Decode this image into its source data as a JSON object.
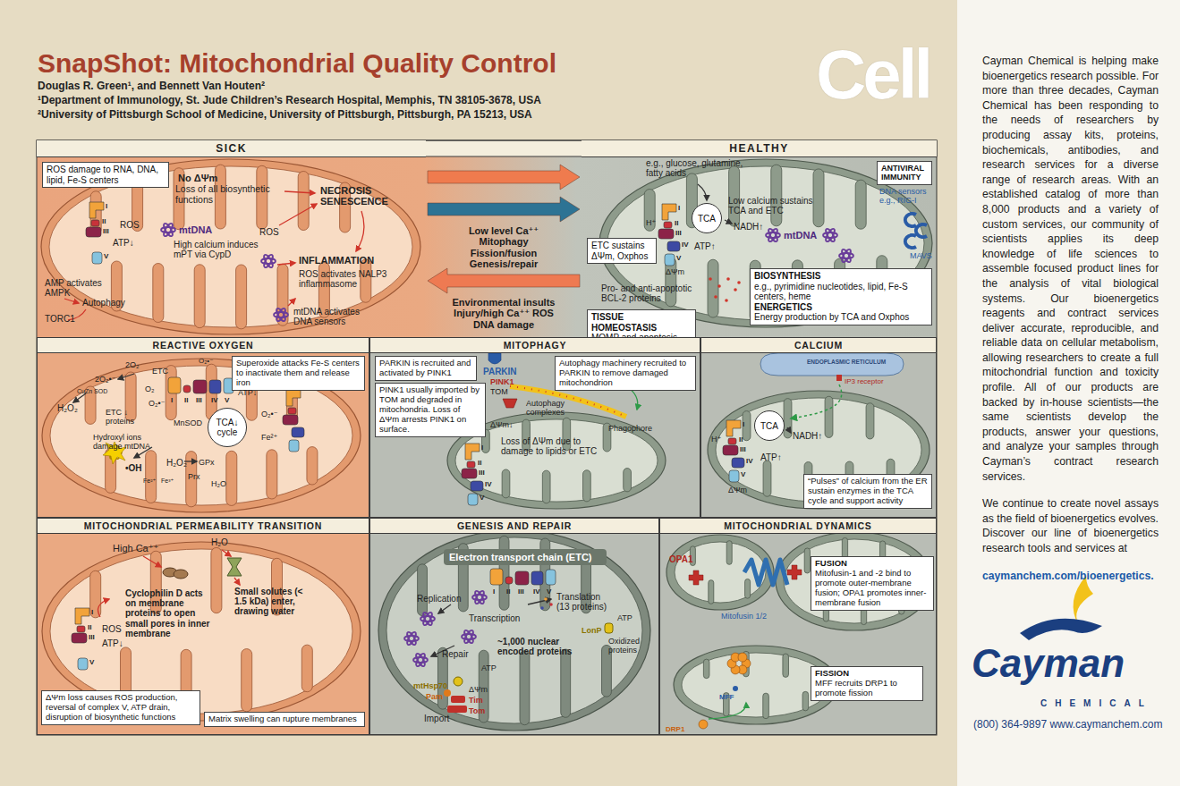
{
  "diagram": {
    "title": "SnapShot: Mitochondrial Quality Control",
    "nodes": [
      {
        "text": [
          "SICK"
        ]
      },
      {
        "text": [
          "ROS damage to RNA, DNA, lipid, Fe-S centers"
        ],
        "in": 0
      },
      {
        "text": [
          "HEALTHY"
        ]
      },
      {
        "text": [
          "TCA"
        ],
        "in": 2
      },
      {
        "text": [
          "ANTIVIRAL IMMUNITY"
        ],
        "in": 2
      },
      {
        "text": [
          "ETC sustains ΔΨm, Oxphos"
        ],
        "in": 2
      },
      {
        "text": [
          "BIOSYNTHESIS",
          "e.g., pyrimidine nucleotides, lipid, Fe-S centers, heme",
          "ENERGETICS",
          "Energy production by TCA and Oxphos"
        ],
        "in": 2
      },
      {
        "text": [
          "TISSUE HOMEOSTASIS",
          "MOMP and apoptosis"
        ],
        "in": 2
      },
      {
        "text": [
          "REACTIVE OXYGEN"
        ]
      },
      {
        "text": [
          "Superoxide attacks Fe-S centers to inactivate them and release iron"
        ],
        "in": 8
      },
      {
        "text": [
          "TCA↓ cycle"
        ],
        "in": 8
      },
      {
        "text": [
          "MITOPHAGY"
        ]
      },
      {
        "text": [
          "PARKIN is recruited and activated by PINK1"
        ],
        "in": 11
      },
      {
        "text": [
          "Autophagy machinery recruited to PARKIN to remove damaged mitochondrion"
        ],
        "in": 11
      },
      {
        "text": [
          "PINK1 usually imported by TOM and degraded in mitochondria. Loss of ΔΨm arrests PINK1 on surface."
        ],
        "in": 11
      },
      {
        "text": [
          "CALCIUM"
        ]
      },
      {
        "text": [
          "TCA"
        ],
        "in": 15
      },
      {
        "text": [
          "“Pulses” of calcium from the ER sustain enzymes in the TCA cycle and support activity"
        ],
        "in": 15
      },
      {
        "text": [
          "MITOCHONDRIAL PERMEABILITY TRANSITION"
        ]
      },
      {
        "text": [
          "ΔΨm loss causes ROS production, reversal of complex V, ATP drain, disruption of biosynthetic functions"
        ],
        "in": 18
      },
      {
        "text": [
          "Matrix swelling can rupture membranes"
        ],
        "in": 18
      },
      {
        "text": [
          "GENESIS AND REPAIR"
        ]
      },
      {
        "text": [
          "MITOCHONDRIAL DYNAMICS"
        ]
      },
      {
        "text": [
          "FUSION",
          "Mitofusin-1 and -2 bind to promote outer-membrane fusion; OPA1 promotes inner-membrane fusion"
        ],
        "in": 22
      },
      {
        "text": [
          "FISSION",
          "MFF recruits DRP1 to promote fission"
        ],
        "in": 22
      },
      {
        "text": [
          "Cayman Chemical is helping make bioenergetics research possible. For more than three decades, Cayman Chemical has been responding to the needs of researchers by producing assay kits, proteins, biochemicals, antibodies, and research services for a diverse range of research areas. With an established catalog of more than 8,000 products and a variety of custom services, our community of scientists applies its deep knowledge of life sciences to assemble focused product lines for the analysis of vital biological systems. Our bioenergetics reagents and contract services deliver accurate, reproducible, and reliable data on cellular metabolism, allowing researchers to create a full mitochondrial function and toxicity profile. All of our products are backed by in-house scientists—the same scientists develop the products, answer your questions, and analyze your samples through Cayman’s contract research services.",
          "We continue to create novel assays as the field of bioenergetics evolves. Discover our line of bioenergetics research tools and services at",
          "caymanchem.com/bioenergetics."
        ]
      }
    ],
    "edges": [
      {
        "from": 0,
        "to": 2,
        "arrow": "to"
      },
      {
        "from": 0,
        "to": 2,
        "arrow": "to",
        "label": "Low level Ca⁺⁺ Mitophagy Fission/fusion Genesis/repair"
      },
      {
        "from": 2,
        "to": 0,
        "arrow": "to",
        "label": "Environmental insults Injury/high Ca⁺⁺ ROS DNA damage"
      }
    ],
    "labels": [
      "Douglas R. Green¹, and Bennett Van Houten²",
      "¹Department of Immunology, St. Jude Children’s Research Hospital, Memphis, TN 38105-3678, USA",
      "²University of Pittsburgh School of Medicine, University of Pittsburgh, Pittsburgh, PA 15213, USA",
      "Cell",
      "No ΔΨm",
      "Loss of all biosynthetic functions",
      "I",
      "II",
      "III",
      "V",
      "ROS",
      "ATP↓",
      "mtDNA",
      "High calcium induces mPT via CypD",
      "ROS",
      "NECROSIS SENESCENCE",
      "INFLAMMATION",
      "ROS activates NALP3 inflammasome",
      "mtDNA activates DNA sensors",
      "AMP activates AMPK",
      "Autophagy",
      "TORC1",
      "e.g., glucose, glutamine, fatty acids",
      "Low calcium sustains TCA and ETC",
      "NADH↑",
      "I",
      "II",
      "III",
      "IV",
      "V",
      "H⁺",
      "ATP↑",
      "ΔΨm",
      "mtDNA",
      "DNA sensors e.g., RIG-I",
      "MAVS",
      "Pro- and anti-apoptotic BCL-2 proteins",
      "I",
      "II",
      "III",
      "IV",
      "V",
      "2O₂",
      "2O₂•⁻",
      "CuZn SOD",
      "H₂O₂",
      "ETC",
      "O₂",
      "O₂•⁻",
      "ETC ↓ proteins",
      "O₂•⁻",
      "ATP↓",
      "MnSOD",
      "O₂•⁻",
      "Fe²⁺",
      "Hydroxyl ions damage mtDNA",
      "•OH",
      "H₂O₂",
      "GPx",
      "Prx",
      "H₂O",
      "Fe²⁺",
      "Fe³⁺",
      "PARKIN",
      "PINK1",
      "TOM",
      "Autophagy complexes",
      "Phagophore",
      "ΔΨm↓",
      "Loss of ΔΨm due to damage to lipids or ETC",
      "I",
      "II",
      "III",
      "IV",
      "V",
      "ENDOPLASMIC RETICULUM",
      "IP3 receptor",
      "NADH↑",
      "I",
      "II",
      "III",
      "IV",
      "V",
      "H⁺",
      "ATP↑",
      "ΔΨm",
      "High Ca⁺⁺",
      "H₂O",
      "Cyclophilin D acts on membrane proteins to open small pores in inner membrane",
      "Small solutes (< 1.5 kDa) enter, drawing water",
      "I",
      "II",
      "III",
      "V",
      "ROS",
      "ATP↓",
      "Electron transport chain (ETC)",
      "I",
      "II",
      "III",
      "IV",
      "V",
      "Replication",
      "Transcription",
      "Translation (13 proteins)",
      "Repair",
      "~1,000 nuclear encoded proteins",
      "ATP",
      "LonP",
      "Oxidized proteins",
      "ATP",
      "mtHsp70",
      "Pam",
      "ΔΨm",
      "Tim",
      "Tom",
      "Import",
      "OPA1",
      "Mitofusin 1/2",
      "MFF",
      "DRP1",
      "Cayman",
      "CHEMICAL",
      "(800) 364-9897 www.caymanchem.com"
    ]
  }
}
